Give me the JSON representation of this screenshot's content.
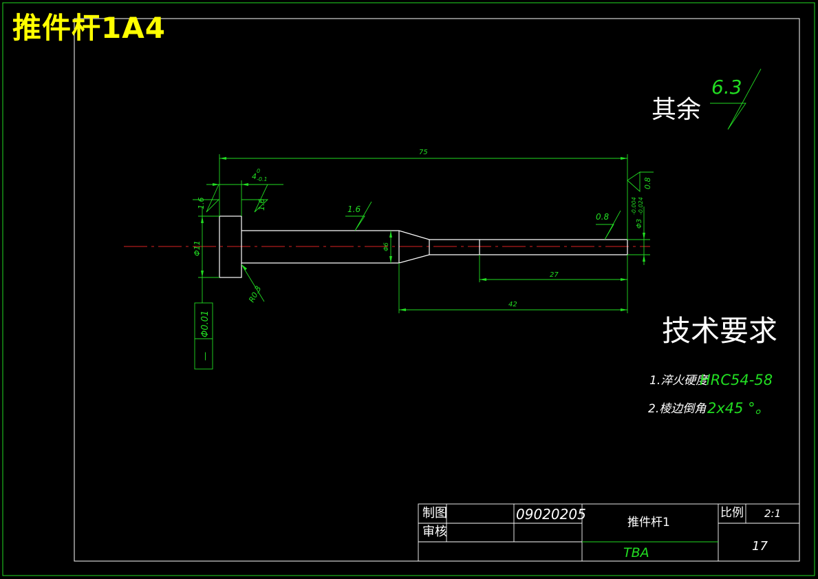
{
  "drawing_title": "推件杆1A4",
  "surface_roughness": {
    "label": "其余",
    "value": "6.3"
  },
  "dimensions": {
    "overall_length": "75",
    "head_thickness": "4",
    "head_thickness_upper_tol": "0",
    "head_thickness_lower_tol": "-0.1",
    "tip_length": "27",
    "step_length": "42",
    "head_diameter": "Φ11",
    "body_diameter": "Φ6",
    "tip_diameter": "Φ3",
    "tip_upper_tol": "-0.004",
    "tip_lower_tol": "-0.024",
    "fillet_radius": "R0.3"
  },
  "roughness_marks": {
    "head_left": "1.6",
    "head_right": "1.6",
    "body": "1.6",
    "tip": "0.8",
    "end_face": "0.8"
  },
  "geometric_tolerance": {
    "symbol": "—",
    "value": "Φ0.01"
  },
  "tech_requirements": {
    "heading": "技术要求",
    "item1_prefix": "1.淬火硬度",
    "item1_value": "HRC54-58",
    "item2_prefix": "2.棱边倒角",
    "item2_value": "2x45 °。"
  },
  "title_block": {
    "drawn_label": "制图",
    "checked_label": "审核",
    "drawing_number": "09020205",
    "part_name": "推件杆1",
    "scale_label": "比例",
    "scale_value": "2:1",
    "school": "TBA",
    "sheet_number": "17"
  },
  "colors": {
    "frame": "#22dd22",
    "outline": "#ffffff",
    "dimension": "#22dd22",
    "centerline": "#dd2222",
    "title_text": "#ffff00"
  }
}
